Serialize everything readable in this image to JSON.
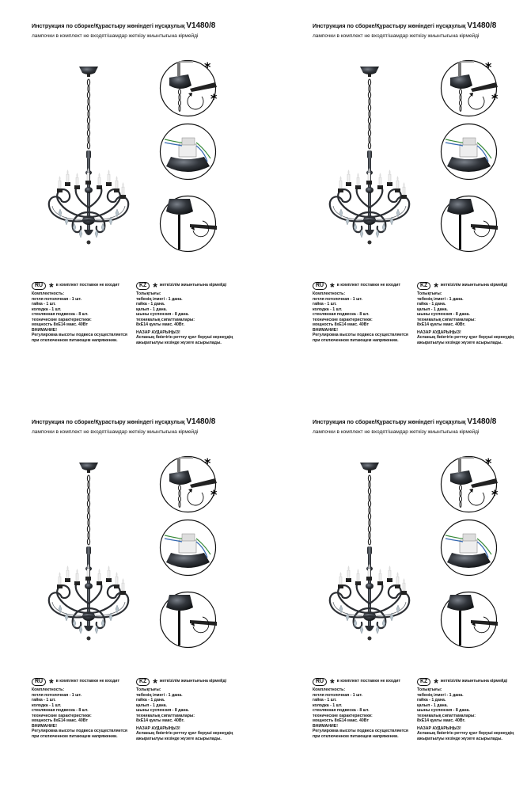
{
  "header": {
    "title_text": "Инструкция по сборке/Құрастыру жөніндегі нұсқаулық",
    "title_code": "V1480/8",
    "subtitle": "лампочки в комплект не входят/шамдар жеткізу жиынтығына кірмейді"
  },
  "detail_marks": {
    "star": "*"
  },
  "ru": {
    "badge": "RU",
    "star": "*",
    "note": "в комплект поставки не входит",
    "lines": [
      "Комплектность:",
      "петля потолочная - 1 шт.",
      "гайка - 1 шт.",
      "колодка - 1 шт.",
      "стеклянная подвеска - 8 шт.",
      "технические характеристики:",
      "мощность 8хЕ14 макс. 40Вт",
      "ВНИМАНИЕ!",
      "Регулировка высоты подвеса осуществляется",
      "при отключенном питающем напряжении."
    ]
  },
  "kz": {
    "badge": "KZ",
    "star": "*",
    "note": "жеткізілім жиынтығына кірмейді",
    "lines": [
      "Толықтығы:",
      "төбенің ілмегі - 1 дана.",
      "гайка - 1 дана.",
      "қалып - 1 дана.",
      "шыны суспензия - 8 дана.",
      "техникалық сипаттамалары:",
      "8хЕ14 қуаты макс. 40Вт.",
      "",
      "НАЗАР АУДАРЫҢЫЗ!",
      "Аспаның биіктігін реттеу қуат беруші кернеудің",
      "ажыратылуы кезінде жүзеге асырылады."
    ]
  },
  "colors": {
    "ink": "#111111",
    "iron": "#2b2e33",
    "glass": "#b8c4cc",
    "wire_green": "#3a8a3a",
    "wire_blue": "#3568b0"
  }
}
